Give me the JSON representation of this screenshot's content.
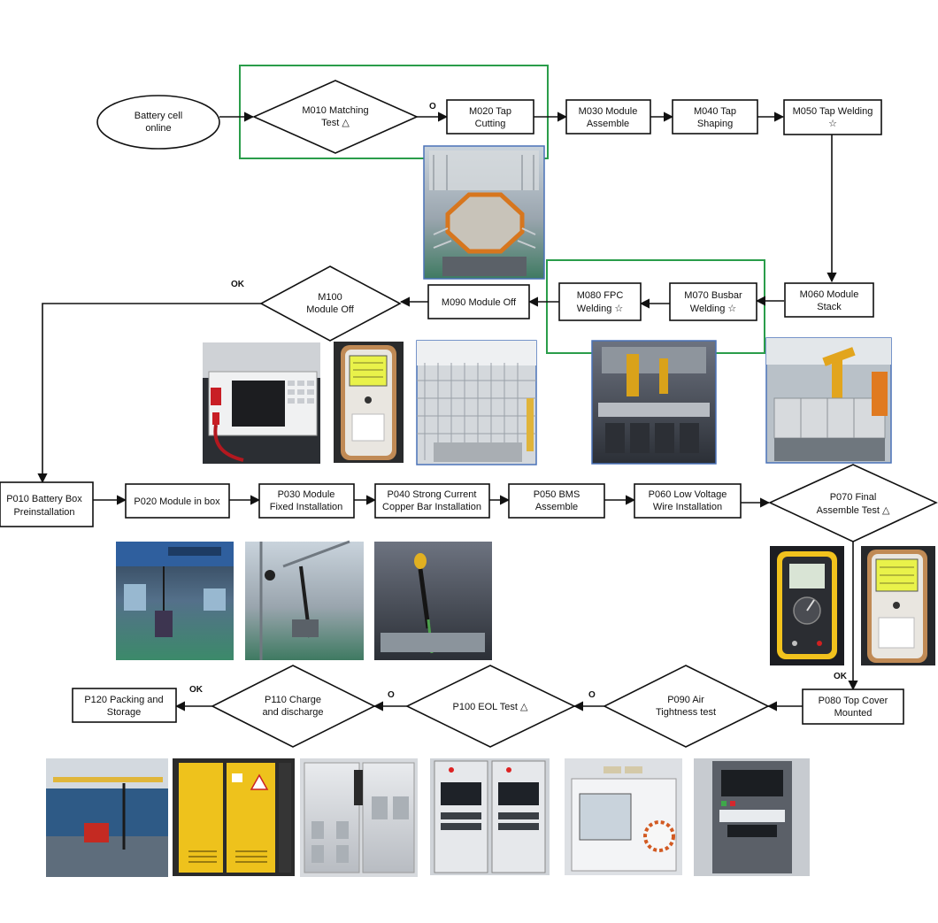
{
  "nodes": {
    "battery_cell": [
      "Battery cell",
      "online"
    ],
    "m010": [
      "M010 Matching",
      "Test △"
    ],
    "m020": [
      "M020 Tap",
      "Cutting"
    ],
    "m030": [
      "M030 Module",
      "Assemble"
    ],
    "m040": [
      "M040 Tap",
      "Shaping"
    ],
    "m050": [
      "M050 Tap Welding",
      "☆"
    ],
    "m060": [
      "M060 Module",
      "Stack"
    ],
    "m070": [
      "M070 Busbar",
      "Welding ☆"
    ],
    "m080": [
      "M080 FPC",
      "Welding ☆"
    ],
    "m090": [
      "M090  Module Off"
    ],
    "m100": [
      "M100",
      "Module Off"
    ],
    "p010": [
      "P010  Battery Box",
      "Preinstallation"
    ],
    "p020": [
      "P020 Module in box"
    ],
    "p030": [
      "P030 Module",
      "Fixed Installation"
    ],
    "p040": [
      "P040 Strong Current",
      "Copper Bar Installation"
    ],
    "p050": [
      "P050 BMS",
      "Assemble"
    ],
    "p060": [
      "P060 Low Voltage",
      "Wire Installation"
    ],
    "p070": [
      "P070 Final",
      "Assemble Test △"
    ],
    "p080": [
      "P080 Top Cover",
      "Mounted"
    ],
    "p090": [
      "P090 Air",
      "Tightness test"
    ],
    "p100": [
      "P100 EOL Test △"
    ],
    "p110": [
      "P110 Charge",
      "and discharge"
    ],
    "p120": [
      "P120  Packing and",
      "Storage"
    ]
  },
  "flags": {
    "m010_m020": "O",
    "m100_ok": "OK",
    "p070_ok": "OK",
    "p090_p100": "O",
    "p100_p110": "O",
    "p110_ok": "OK"
  },
  "photos": [
    {
      "id": "photo-octagon-station",
      "icon": "octagon-fixture-photo"
    },
    {
      "id": "photo-battery-tester",
      "icon": "bench-tester-photo"
    },
    {
      "id": "photo-handheld-meter-1",
      "icon": "handheld-meter-photo"
    },
    {
      "id": "photo-caged-cell",
      "icon": "safety-cage-photo"
    },
    {
      "id": "photo-welding-cell",
      "icon": "welding-cell-photo"
    },
    {
      "id": "photo-robot-arm",
      "icon": "robot-arm-photo"
    },
    {
      "id": "photo-overhead-crane",
      "icon": "crane-photo"
    },
    {
      "id": "photo-torque-tool-1",
      "icon": "torque-tool-photo"
    },
    {
      "id": "photo-torque-tool-2",
      "icon": "torque-tool-photo"
    },
    {
      "id": "photo-multimeter",
      "icon": "multimeter-photo"
    },
    {
      "id": "photo-handheld-meter-2",
      "icon": "handheld-meter-photo"
    },
    {
      "id": "photo-warehouse",
      "icon": "warehouse-photo"
    },
    {
      "id": "photo-yellow-cabinet",
      "icon": "compressor-cabinet-photo"
    },
    {
      "id": "photo-charge-cabinet",
      "icon": "charge-cabinet-photo"
    },
    {
      "id": "photo-eol-rack",
      "icon": "eol-rack-photo"
    },
    {
      "id": "photo-air-tester",
      "icon": "leak-tester-photo"
    },
    {
      "id": "photo-ateq-machine",
      "icon": "ateq-machine-photo"
    }
  ],
  "colors": {
    "line": "#111111",
    "highlight_frame": "#2a9d4a",
    "photo_border": "#4a72b8"
  }
}
